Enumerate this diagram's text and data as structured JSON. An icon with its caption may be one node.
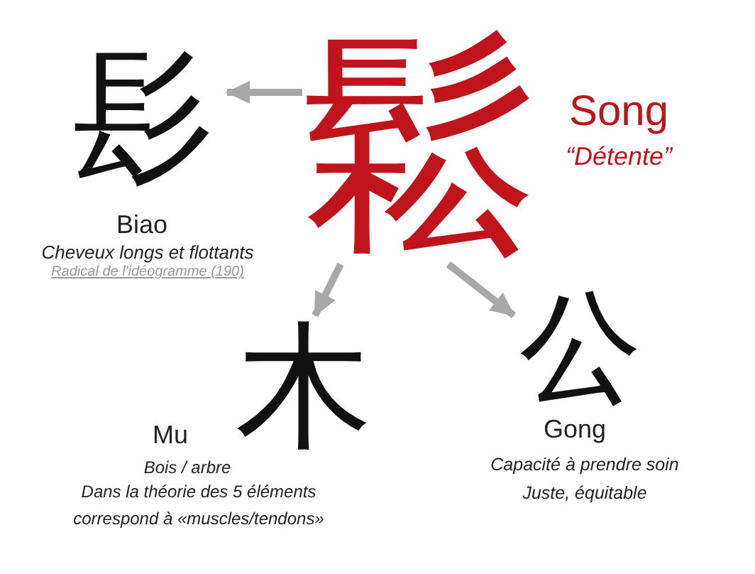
{
  "diagram": {
    "nodes": [
      {
        "text": [
          "鬆"
        ],
        "beside": [
          "Song",
          "“Détente”"
        ]
      },
      {
        "text": [
          "髟"
        ],
        "beside": [
          "Biao",
          "Cheveux longs et flottants",
          "Radical de l'idéogramme (190)"
        ]
      },
      {
        "text": [
          "木"
        ],
        "beside": [
          "Mu",
          "Bois / arbre",
          "Dans la théorie des 5 éléments correspond à «muscles/tendons»"
        ]
      },
      {
        "text": [
          "公"
        ],
        "beside": [
          "Gong",
          "Capacité à prendre soin",
          "Juste, équitable"
        ]
      }
    ],
    "edges": [
      {
        "from": 0,
        "to": 1,
        "arrow": "to"
      },
      {
        "from": 0,
        "to": 2,
        "arrow": "to"
      },
      {
        "from": 0,
        "to": 3,
        "arrow": "to"
      }
    ]
  }
}
